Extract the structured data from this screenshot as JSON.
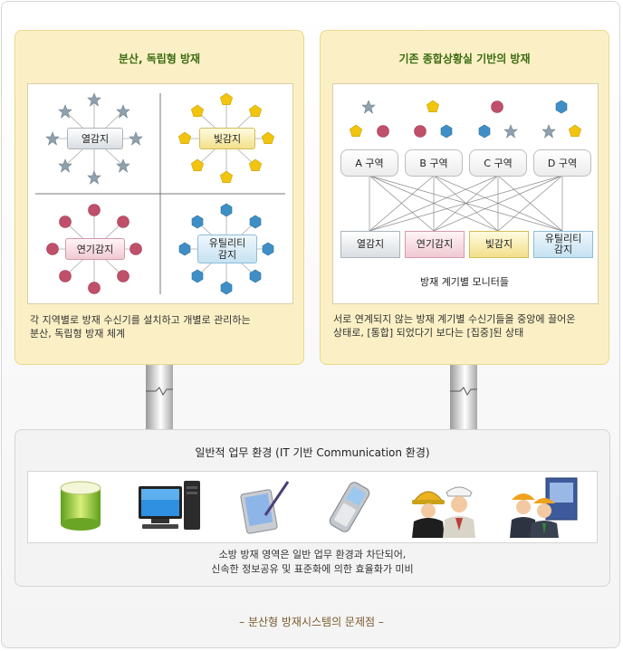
{
  "left_panel": {
    "title": "분산, 독립형 방재",
    "quadrants": {
      "top_left": "열감지",
      "top_right": "빛감지",
      "bottom_left": "연기감지",
      "bottom_right_line1": "유틸리티",
      "bottom_right_line2": "감지"
    },
    "description_line1": "각 지역별로 방재 수신기를 설치하고 개별로 관리하는",
    "description_line2": "분산, 독립형 방재 체계"
  },
  "right_panel": {
    "title": "기존 종합상황실 기반의 방재",
    "zones": [
      "A 구역",
      "B 구역",
      "C 구역",
      "D 구역"
    ],
    "monitors": [
      "열감지",
      "연기감지",
      "빛감지"
    ],
    "monitor_utility_line1": "유틸리티",
    "monitor_utility_line2": "감지",
    "monitors_caption": "방재 계기별 모니터들",
    "description_line1": "서로 연계되지 않는 방재 계기별 수신기들을 중앙에 끌어온",
    "description_line2": "상태로, [통합] 되었다기 보다는 [집중]된 상태"
  },
  "bottom_panel": {
    "title": "일반적 업무 환경 (IT 기반 Communication 환경)",
    "devices": [
      "storage-icon",
      "desktop-computer-icon",
      "tablet-pen-icon",
      "mobile-phone-icon",
      "firefighter-officer-icon",
      "workers-icon"
    ],
    "description_line1": "소방 방재 영역은 일반 업무 환경과 차단되어,",
    "description_line2": "신속한 정보공유 및 표준화에 의한 효율화가 미비"
  },
  "caption": "– 분산형 방재시스템의 문제점 –",
  "colors": {
    "panel_bg": "#fbf0c5",
    "title_green": "#3a6b12",
    "star_gray": "#8fa1ad",
    "pentagon_yellow": "#f1c40f",
    "circle_red": "#c0506a",
    "hexagon_blue": "#3f8fc6"
  }
}
